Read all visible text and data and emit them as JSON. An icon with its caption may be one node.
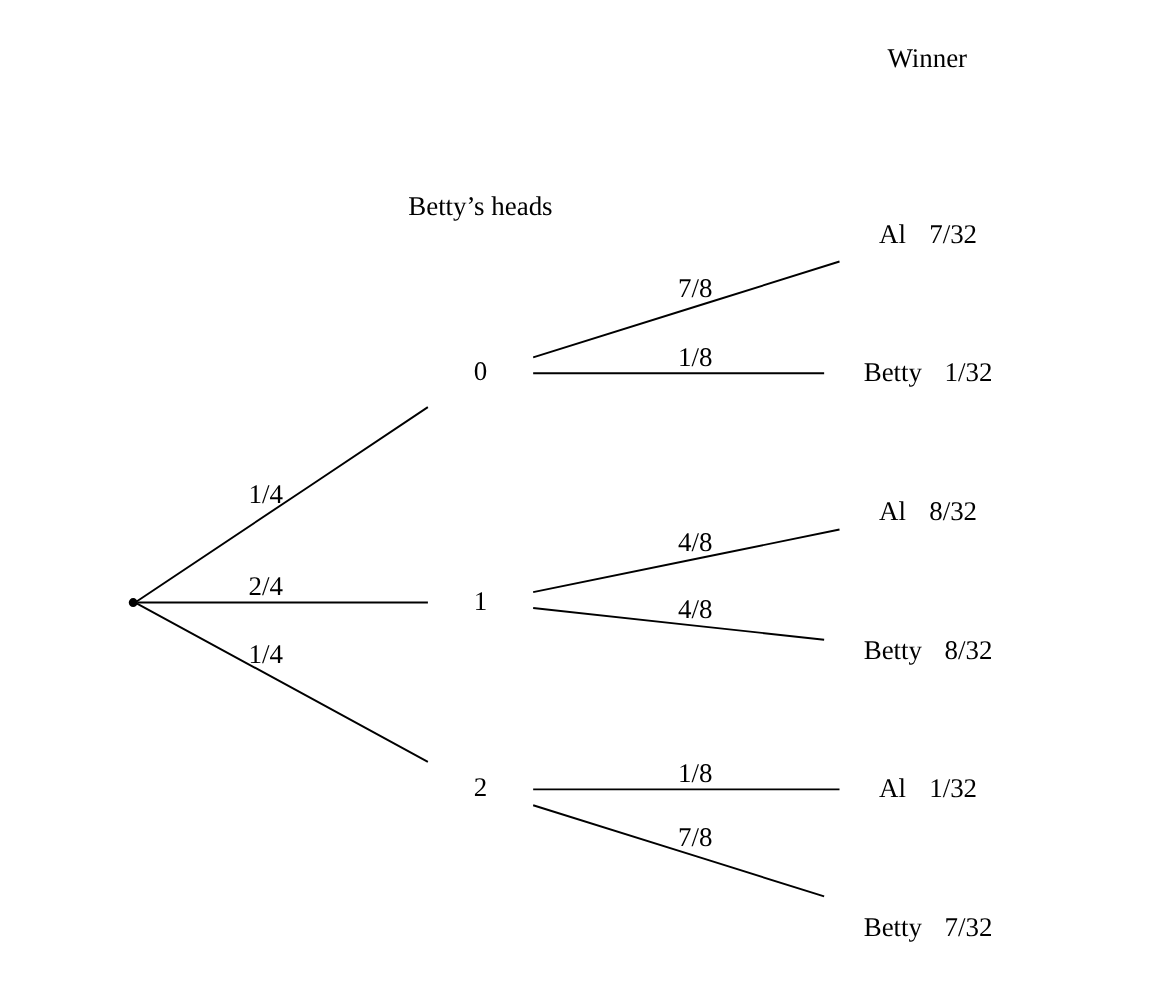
{
  "diagram": {
    "nodes": [
      {
        "text": [],
        "shape": "point"
      },
      {
        "text": [
          "0"
        ]
      },
      {
        "text": [
          "1"
        ]
      },
      {
        "text": [
          "2"
        ]
      },
      {
        "text": [
          "Al"
        ],
        "beside": [
          "7/32"
        ]
      },
      {
        "text": [
          "Betty"
        ],
        "beside": [
          "1/32"
        ]
      },
      {
        "text": [
          "Al"
        ],
        "beside": [
          "8/32"
        ]
      },
      {
        "text": [
          "Betty"
        ],
        "beside": [
          "8/32"
        ]
      },
      {
        "text": [
          "Al"
        ],
        "beside": [
          "1/32"
        ]
      },
      {
        "text": [
          "Betty"
        ],
        "beside": [
          "7/32"
        ]
      }
    ],
    "edges": [
      {
        "from": 0,
        "to": 1,
        "arrow": "none",
        "label": "1/4"
      },
      {
        "from": 0,
        "to": 2,
        "arrow": "none",
        "label": "2/4"
      },
      {
        "from": 0,
        "to": 3,
        "arrow": "none",
        "label": "1/4"
      },
      {
        "from": 1,
        "to": 4,
        "arrow": "none",
        "label": "7/8"
      },
      {
        "from": 1,
        "to": 5,
        "arrow": "none",
        "label": "1/8"
      },
      {
        "from": 2,
        "to": 6,
        "arrow": "none",
        "label": "4/8"
      },
      {
        "from": 2,
        "to": 7,
        "arrow": "none",
        "label": "4/8"
      },
      {
        "from": 3,
        "to": 8,
        "arrow": "none",
        "label": "1/8"
      },
      {
        "from": 3,
        "to": 9,
        "arrow": "none",
        "label": "7/8"
      }
    ],
    "labels": [
      "Betty’s heads",
      "Winner"
    ]
  }
}
